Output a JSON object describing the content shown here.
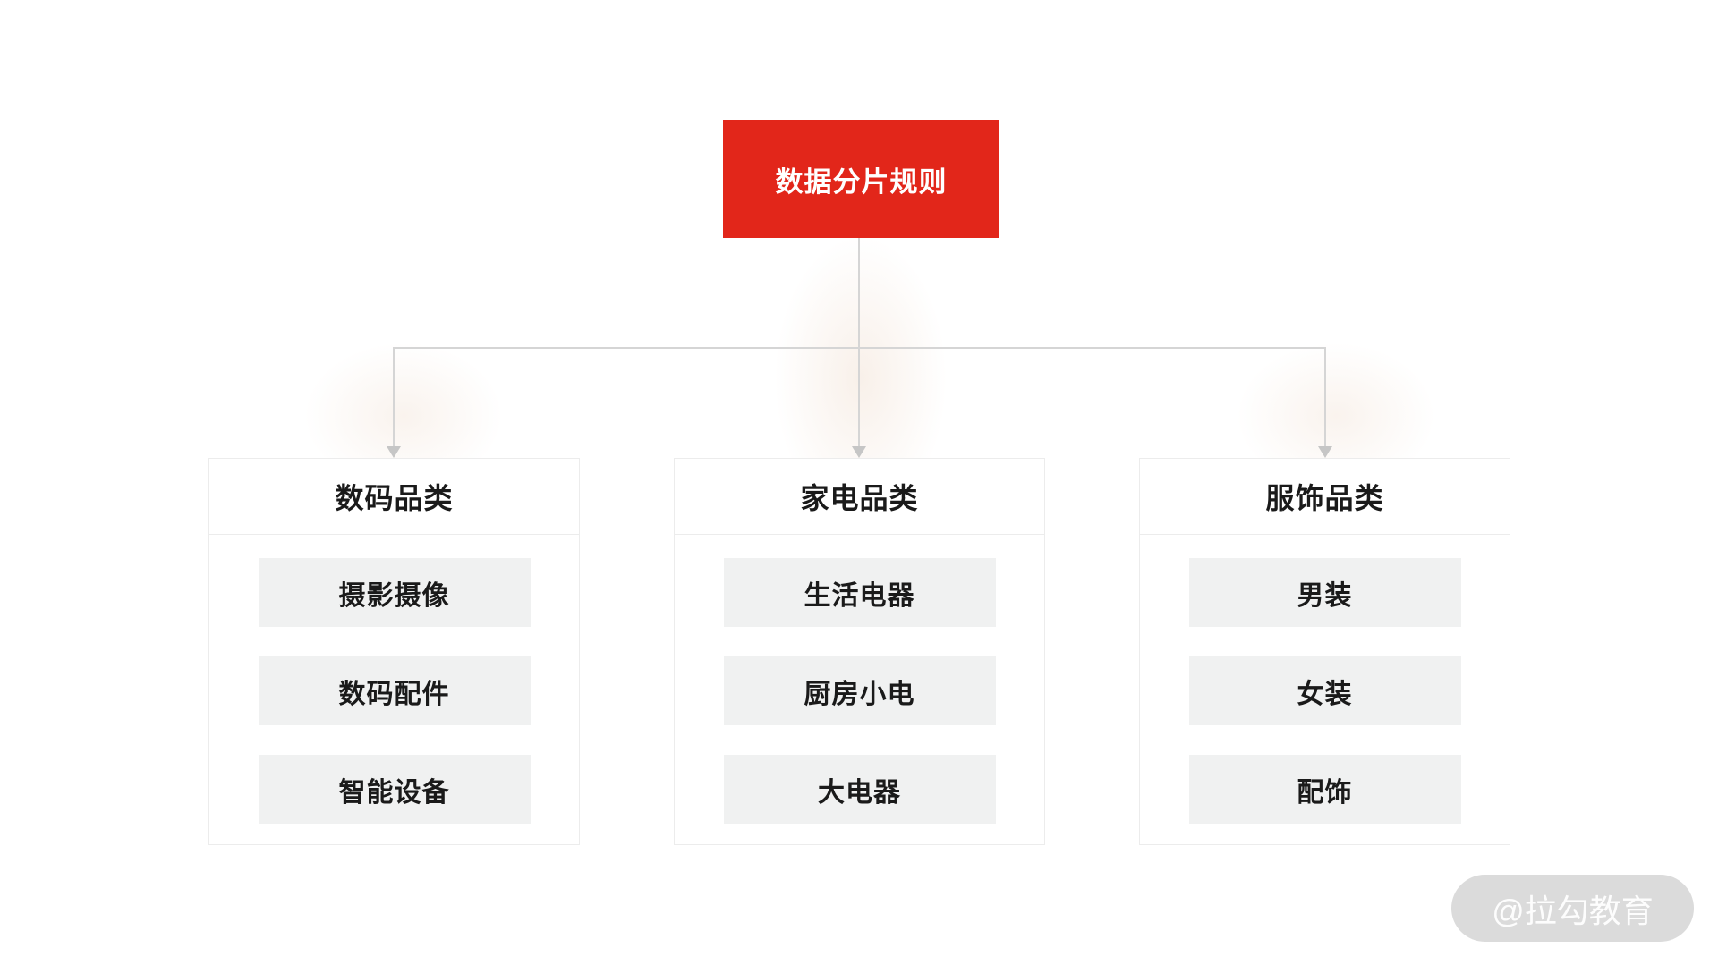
{
  "diagram": {
    "root": {
      "label": "数据分片规则"
    },
    "categories": [
      {
        "title": "数码品类",
        "items": [
          "摄影摄像",
          "数码配件",
          "智能设备"
        ]
      },
      {
        "title": "家电品类",
        "items": [
          "生活电器",
          "厨房小电",
          "大电器"
        ]
      },
      {
        "title": "服饰品类",
        "items": [
          "男装",
          "女装",
          "配饰"
        ]
      }
    ]
  },
  "watermark": {
    "label": "@拉勾教育"
  },
  "colors": {
    "root_bg": "#E2261A",
    "root_text": "#FFFFFF",
    "connector_line": "#D5D5D5",
    "arrowhead": "#C6C6C6",
    "box_border": "#ECECEC",
    "item_bg": "#F0F1F1",
    "text": "#1A1A1A",
    "watermark_bg": "#DBDBDB",
    "watermark_text": "#FFFFFF"
  }
}
